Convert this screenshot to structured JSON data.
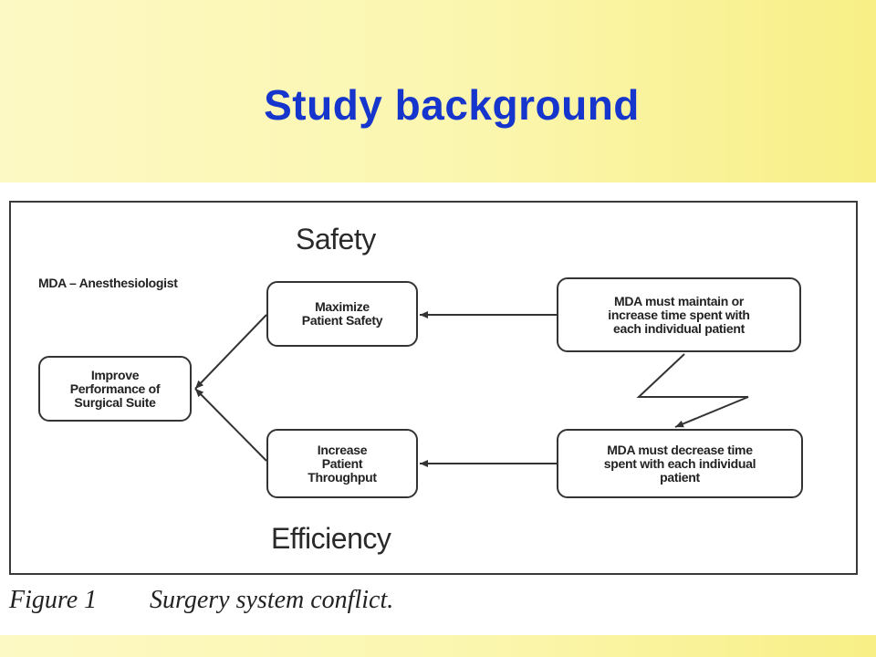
{
  "slide": {
    "title": "Study background"
  },
  "figure": {
    "note": "MDA – Anesthesiologist",
    "labels": {
      "safety": "Safety",
      "efficiency": "Efficiency"
    },
    "nodes": {
      "improve": "Improve\nPerformance of\nSurgical Suite",
      "maximize": "Maximize\nPatient Safety",
      "increase": "Increase\nPatient\nThroughput",
      "maintain": "MDA must maintain or\nincrease time spent with\neach individual patient",
      "decrease": "MDA must decrease time\nspent with each individual\npatient"
    },
    "caption": {
      "number": "Figure 1",
      "text": "Surgery system conflict."
    }
  }
}
